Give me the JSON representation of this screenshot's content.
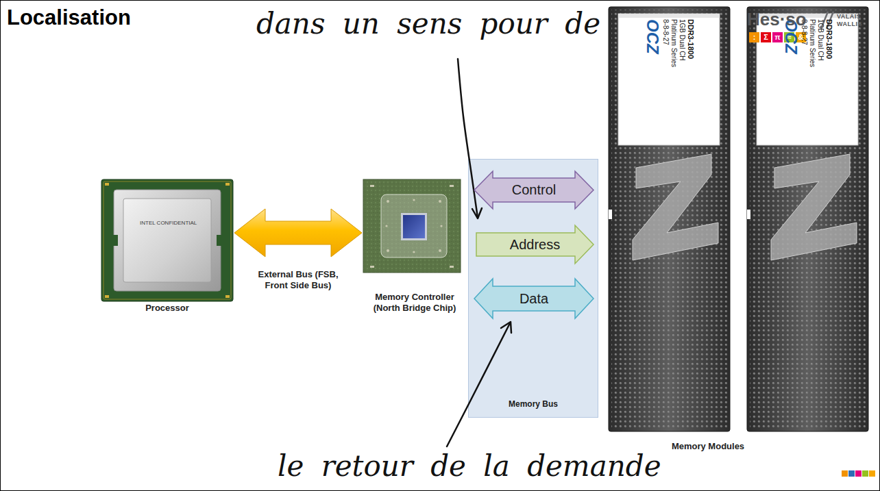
{
  "diagram": {
    "title": "Localisation",
    "nodes": [
      {
        "text": [
          "Processor"
        ]
      },
      {
        "text": [
          "Memory Controller (North Bridge Chip)"
        ]
      },
      {
        "text": [
          "Memory Bus"
        ]
      },
      {
        "text": [
          "Control"
        ],
        "in": 2
      },
      {
        "text": [
          "Address"
        ],
        "in": 2
      },
      {
        "text": [
          "Data"
        ],
        "in": 2
      },
      {
        "text": [
          "Memory Modules"
        ]
      }
    ],
    "edges": [
      {
        "from": 0,
        "to": 1,
        "label": "External Bus (FSB, Front Side Bus)",
        "arrow": "both"
      }
    ],
    "labels": [
      "Hes·so",
      "VALAIS",
      "WALLIS",
      ":",
      "Σ",
      "π",
      "≈",
      "&",
      "INTEL CONFIDENTIAL",
      "OCZ",
      "DDR3-1800",
      "1GB Dual CH",
      "Platinum Series",
      "8-8-8-27",
      "OCZ",
      "DDR3-1800",
      "1GB Dual CH",
      "Platinum Series",
      "8-8-8-27",
      "dans un sens pour de",
      "le retour de la demande"
    ]
  }
}
